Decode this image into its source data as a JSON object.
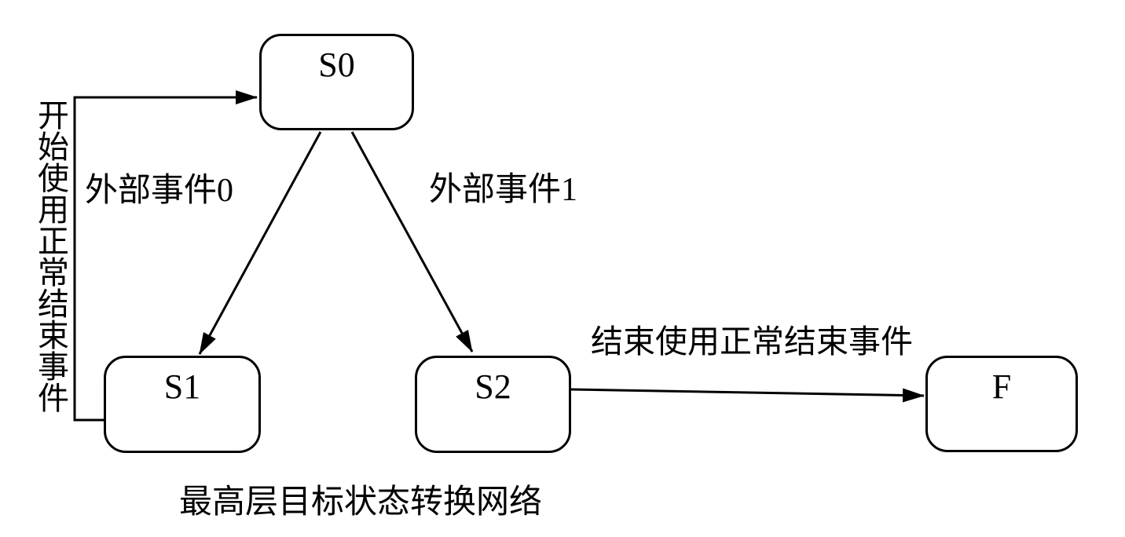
{
  "colors": {
    "ink": "#000000",
    "background": "#ffffff"
  },
  "diagram": {
    "type": "state-transition-network",
    "caption": "最高层目标状态转换网络",
    "nodes": [
      {
        "id": "S0",
        "label": "S0"
      },
      {
        "id": "S1",
        "label": "S1"
      },
      {
        "id": "S2",
        "label": "S2"
      },
      {
        "id": "F",
        "label": "F"
      }
    ],
    "edges": [
      {
        "from": "S1",
        "to": "S0",
        "label": "开始使用正常结束事件",
        "label_orientation": "vertical"
      },
      {
        "from": "S0",
        "to": "S1",
        "label": "外部事件0",
        "label_orientation": "horizontal"
      },
      {
        "from": "S0",
        "to": "S2",
        "label": "外部事件1",
        "label_orientation": "horizontal"
      },
      {
        "from": "S2",
        "to": "F",
        "label": "结束使用正常结束事件",
        "label_orientation": "horizontal"
      }
    ]
  }
}
